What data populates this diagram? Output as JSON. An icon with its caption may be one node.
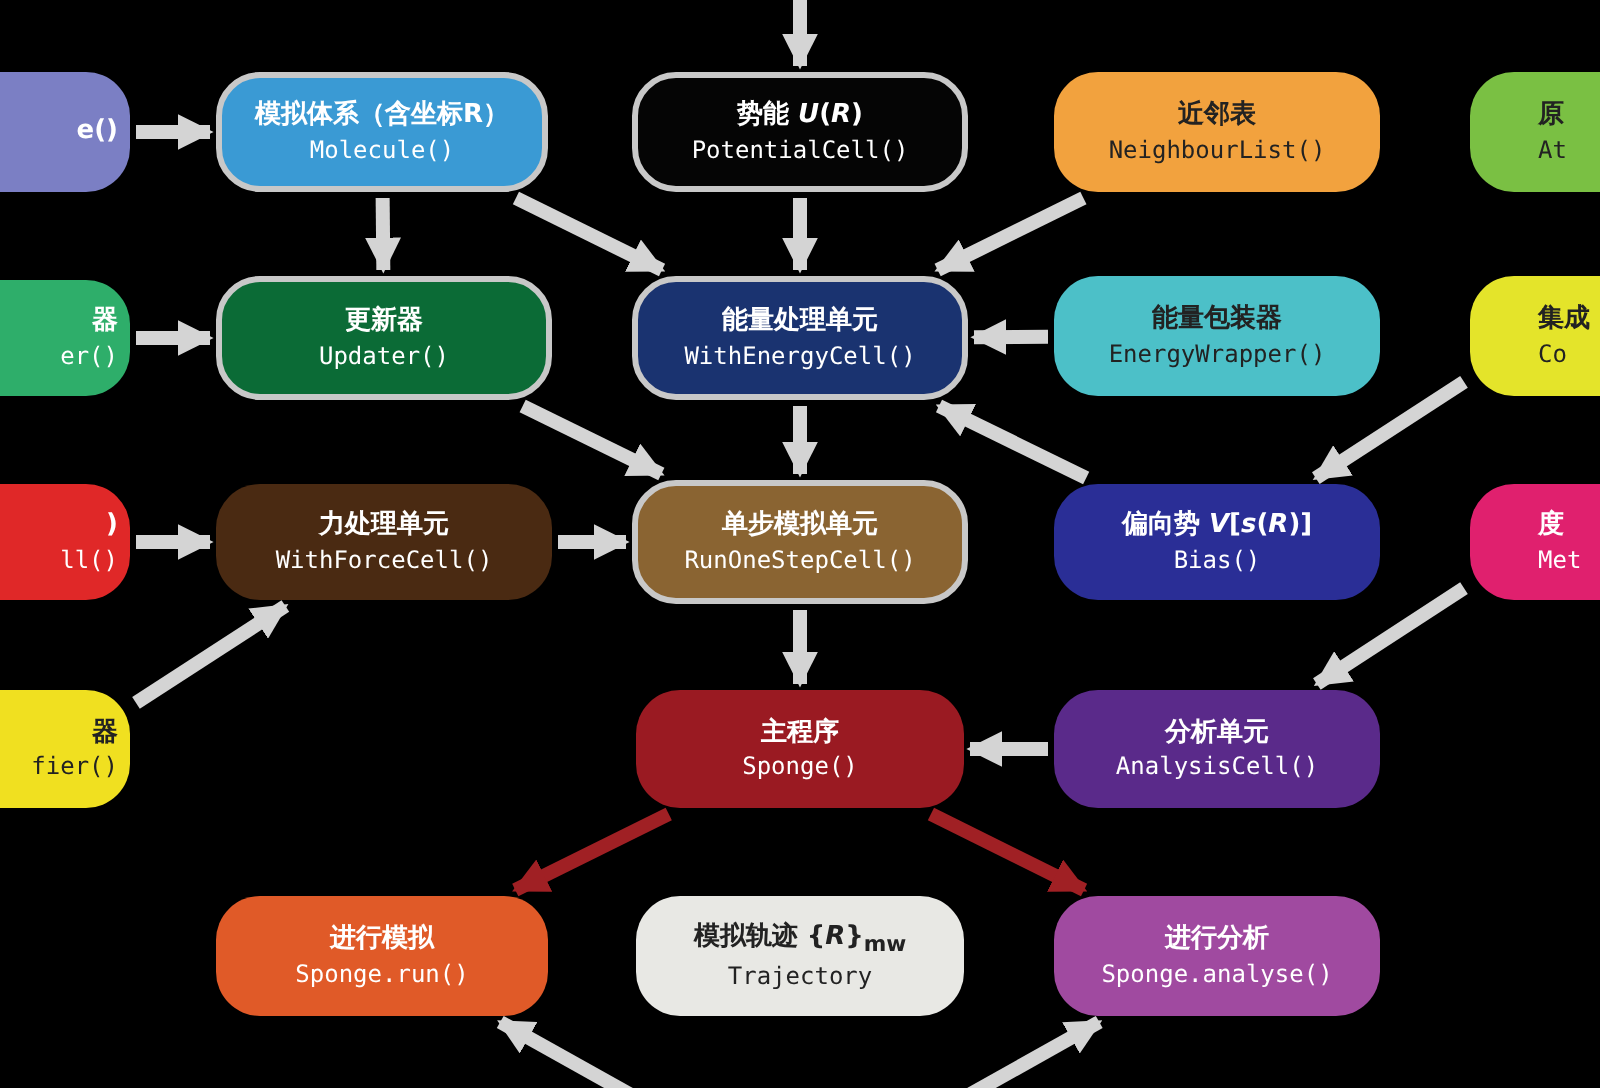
{
  "diagram": {
    "nodes": [
      {
        "text": [
          "e()"
        ]
      },
      {
        "text": [
          "模拟体系（含坐标R）",
          "Molecule()"
        ]
      },
      {
        "text": [
          "势能 *U*(*R*)",
          "PotentialCell()"
        ]
      },
      {
        "text": [
          "近邻表",
          "NeighbourList()"
        ]
      },
      {
        "text": [
          "原",
          "At"
        ]
      },
      {
        "text": [
          "器",
          "er()"
        ]
      },
      {
        "text": [
          "更新器",
          "Updater()"
        ]
      },
      {
        "text": [
          "能量处理单元",
          "WithEnergyCell()"
        ]
      },
      {
        "text": [
          "能量包装器",
          "EnergyWrapper()"
        ]
      },
      {
        "text": [
          "集成",
          "Co"
        ]
      },
      {
        "text": [
          ")",
          "ll()"
        ]
      },
      {
        "text": [
          "力处理单元",
          "WithForceCell()"
        ]
      },
      {
        "text": [
          "单步模拟单元",
          "RunOneStepCell()"
        ]
      },
      {
        "text": [
          "偏向势 *V*[*s*(*R*)]",
          "Bias()"
        ]
      },
      {
        "text": [
          "度",
          "Met"
        ]
      },
      {
        "text": [
          "器",
          "fier()"
        ]
      },
      {
        "text": [
          "主程序",
          "Sponge()"
        ]
      },
      {
        "text": [
          "分析单元",
          "AnalysisCell()"
        ]
      },
      {
        "text": [
          "进行模拟",
          "Sponge.run()"
        ]
      },
      {
        "text": [
          "模拟轨迹 {*R*}$_{mw}$",
          "Trajectory"
        ]
      },
      {
        "text": [
          "进行分析",
          "Sponge.analyse()"
        ]
      }
    ],
    "edges": [
      {
        "from": null,
        "to": 2,
        "arrow": "to"
      },
      {
        "from": 0,
        "to": 1,
        "arrow": "to"
      },
      {
        "from": 1,
        "to": 6,
        "arrow": "to"
      },
      {
        "from": 1,
        "to": 7,
        "arrow": "to"
      },
      {
        "from": 2,
        "to": 7,
        "arrow": "to"
      },
      {
        "from": 3,
        "to": 7,
        "arrow": "to"
      },
      {
        "from": 8,
        "to": 7,
        "arrow": "to"
      },
      {
        "from": 13,
        "to": 7,
        "arrow": "to"
      },
      {
        "from": 5,
        "to": 6,
        "arrow": "to"
      },
      {
        "from": 6,
        "to": 12,
        "arrow": "to"
      },
      {
        "from": 7,
        "to": 12,
        "arrow": "to"
      },
      {
        "from": 9,
        "to": 13,
        "arrow": "to"
      },
      {
        "from": 10,
        "to": 11,
        "arrow": "to"
      },
      {
        "from": 15,
        "to": 11,
        "arrow": "to"
      },
      {
        "from": 11,
        "to": 12,
        "arrow": "to"
      },
      {
        "from": 12,
        "to": 16,
        "arrow": "to"
      },
      {
        "from": 17,
        "to": 16,
        "arrow": "to"
      },
      {
        "from": 14,
        "to": 17,
        "arrow": "to"
      },
      {
        "from": 16,
        "to": 18,
        "arrow": "to",
        "color": "#a02024"
      },
      {
        "from": 16,
        "to": 20,
        "arrow": "to",
        "color": "#a02024"
      },
      {
        "from": null,
        "to": 18,
        "arrow": "to"
      },
      {
        "from": null,
        "to": 20,
        "arrow": "to"
      }
    ]
  }
}
